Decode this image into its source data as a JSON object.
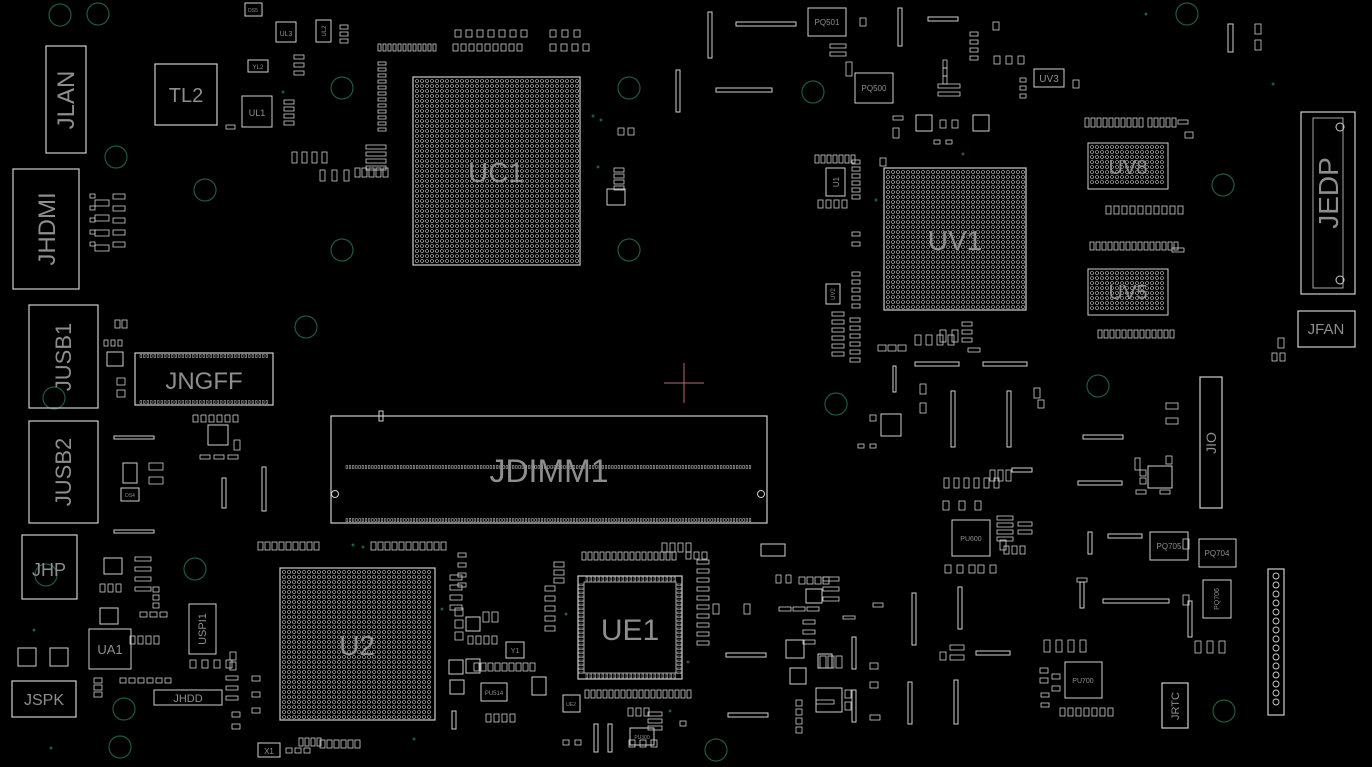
{
  "canvas": {
    "background": "#000000",
    "outline_color": "#cfcfcf",
    "label_color": "#8e8e8e",
    "via_color": "#1f5a3c",
    "cursor_color": "#b46a72"
  },
  "components": {
    "jlan": "JLAN",
    "jhdmi": "JHDMI",
    "jusb1": "JUSB1",
    "jusb2": "JUSB2",
    "jngff": "JNGFF",
    "jhp": "JHP",
    "jspk": "JSPK",
    "jhdd": "JHDD",
    "tl2": "TL2",
    "ul1": "UL1",
    "ul3": "UL3",
    "ul2": "UL2",
    "yl2": "YL2",
    "uc1": "UC1",
    "jdimm1": "JDIMM1",
    "u2": "U2",
    "ue1": "UE1",
    "ua1": "UA1",
    "uspi1": "USPI1",
    "x1": "X1",
    "y1": "Y1",
    "pu514": "PU514",
    "ue2": "UE2",
    "pq501": "PQ501",
    "pq500": "PQ500",
    "uv3": "UV3",
    "u1": "U1",
    "uv1": "UV1",
    "uv8": "UV8",
    "uv5": "UV5",
    "uv2": "UV2",
    "jedp": "JEDP",
    "jfan": "JFAN",
    "jio": "JIO",
    "pq705": "PQ705",
    "pq704": "PQ704",
    "pq706": "PQ706",
    "pu600": "PU600",
    "pu700": "PU700",
    "jrtc": "JRTC",
    "pu300": "PU300",
    "ds5": "DS5",
    "ds4": "DS4"
  }
}
